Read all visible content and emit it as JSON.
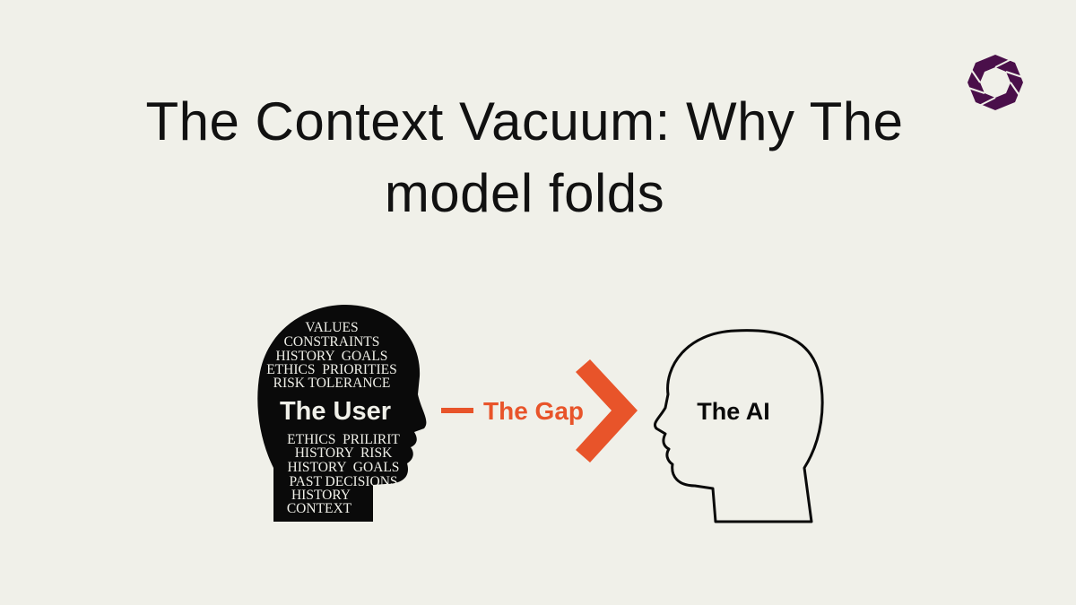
{
  "title": {
    "line1": "The Context Vacuum: Why The",
    "line2": "model folds"
  },
  "logo": {
    "icon": "octagon-ring-logo",
    "color": "#4a0f4a"
  },
  "user_head": {
    "label": "The User",
    "top_words": [
      "VALUES",
      "CONSTRAINTS",
      "HISTORY  GOALS",
      "ETHICS  PRIORITIES",
      "RISK TOLERANCE"
    ],
    "bottom_words": [
      "ETHICS  PRILIRIT",
      "HISTORY  RISK",
      "HISTORY  GOALS",
      "PAST DECISIONS",
      "HISTORY",
      "CONTEXT"
    ]
  },
  "gap": {
    "label": "The Gap",
    "color": "#e8542a"
  },
  "ai_head": {
    "label": "The AI"
  }
}
